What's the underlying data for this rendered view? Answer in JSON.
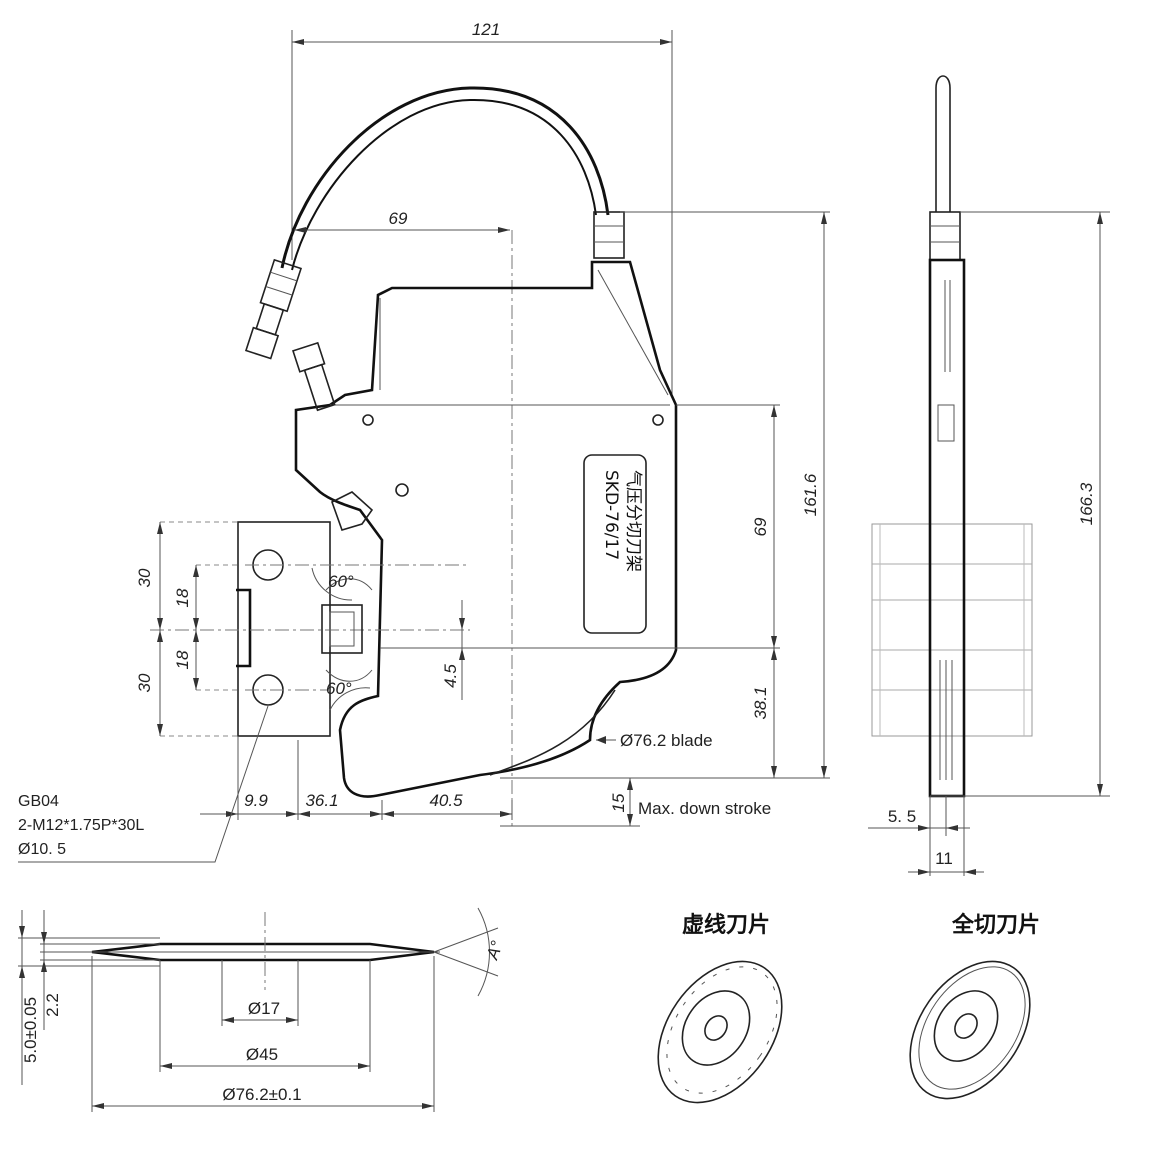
{
  "dimensions": {
    "overall_width": "121",
    "upper_offset": "69",
    "body_height": "161.6",
    "total_height": "166.3",
    "vertical_69": "69",
    "lower_38": "38.1",
    "offset_4_5": "4.5",
    "mount_30_top": "30",
    "mount_30_bottom": "30",
    "mount_18_top": "18",
    "mount_18_bottom": "18",
    "angle_top": "60°",
    "angle_bottom": "60°",
    "dim_9_9": "9.9",
    "dim_36_1": "36.1",
    "dim_40_5": "40.5",
    "stroke_15": "15",
    "side_5_5": "5. 5",
    "side_11": "11",
    "blade_2_2": "2.2",
    "blade_thickness": "5.0±0.05",
    "blade_bore": "Ø17",
    "blade_hub": "Ø45",
    "blade_diameter": "Ø76.2±0.1",
    "blade_angle": "A°"
  },
  "labels": {
    "blade_callout": "Ø76.2 blade",
    "max_stroke": "Max. down stroke",
    "spec_line1": "GB04",
    "spec_line2": "2-M12*1.75P*30L",
    "spec_line3": "Ø10.  5",
    "nameplate_line1": "气压分切刀架",
    "nameplate_line2": "SKD-76/17",
    "perforated_blade": "虚线刀片",
    "full_cut_blade": "全切刀片"
  }
}
